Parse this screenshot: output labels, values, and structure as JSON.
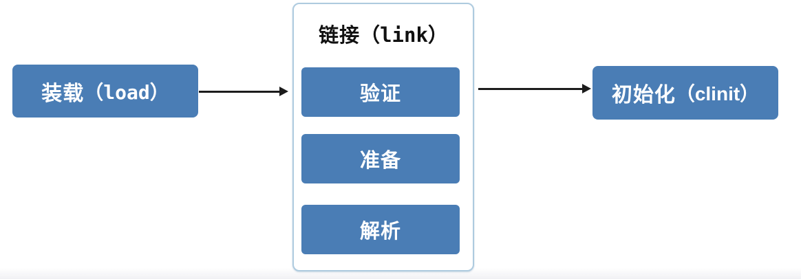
{
  "diagram": {
    "left_box": {
      "label_cn": "装载",
      "label_en": "（load）"
    },
    "link_group": {
      "title_cn": "链接",
      "title_en": "（link）",
      "steps": [
        {
          "label": "验证"
        },
        {
          "label": "准备"
        },
        {
          "label": "解析"
        }
      ]
    },
    "right_box": {
      "label_cn": "初始化",
      "label_en": "（clinit）"
    },
    "colors": {
      "box_fill": "#4a7db5",
      "group_border": "#aecbdf",
      "arrow": "#1c1c1c",
      "box_text": "#ffffff",
      "title_text": "#111111"
    }
  }
}
